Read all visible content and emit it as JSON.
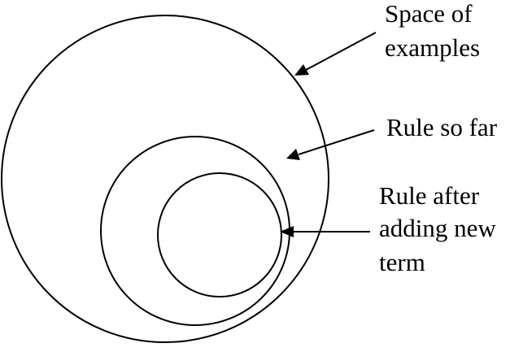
{
  "labels": {
    "space_line1": "Space of",
    "space_line2": "examples",
    "rule_so_far": "Rule so far",
    "rule_after_line1": "Rule after",
    "rule_after_line2": "adding new",
    "rule_after_line3": "term"
  },
  "colors": {
    "stroke": "#000000",
    "background": "#ffffff"
  }
}
